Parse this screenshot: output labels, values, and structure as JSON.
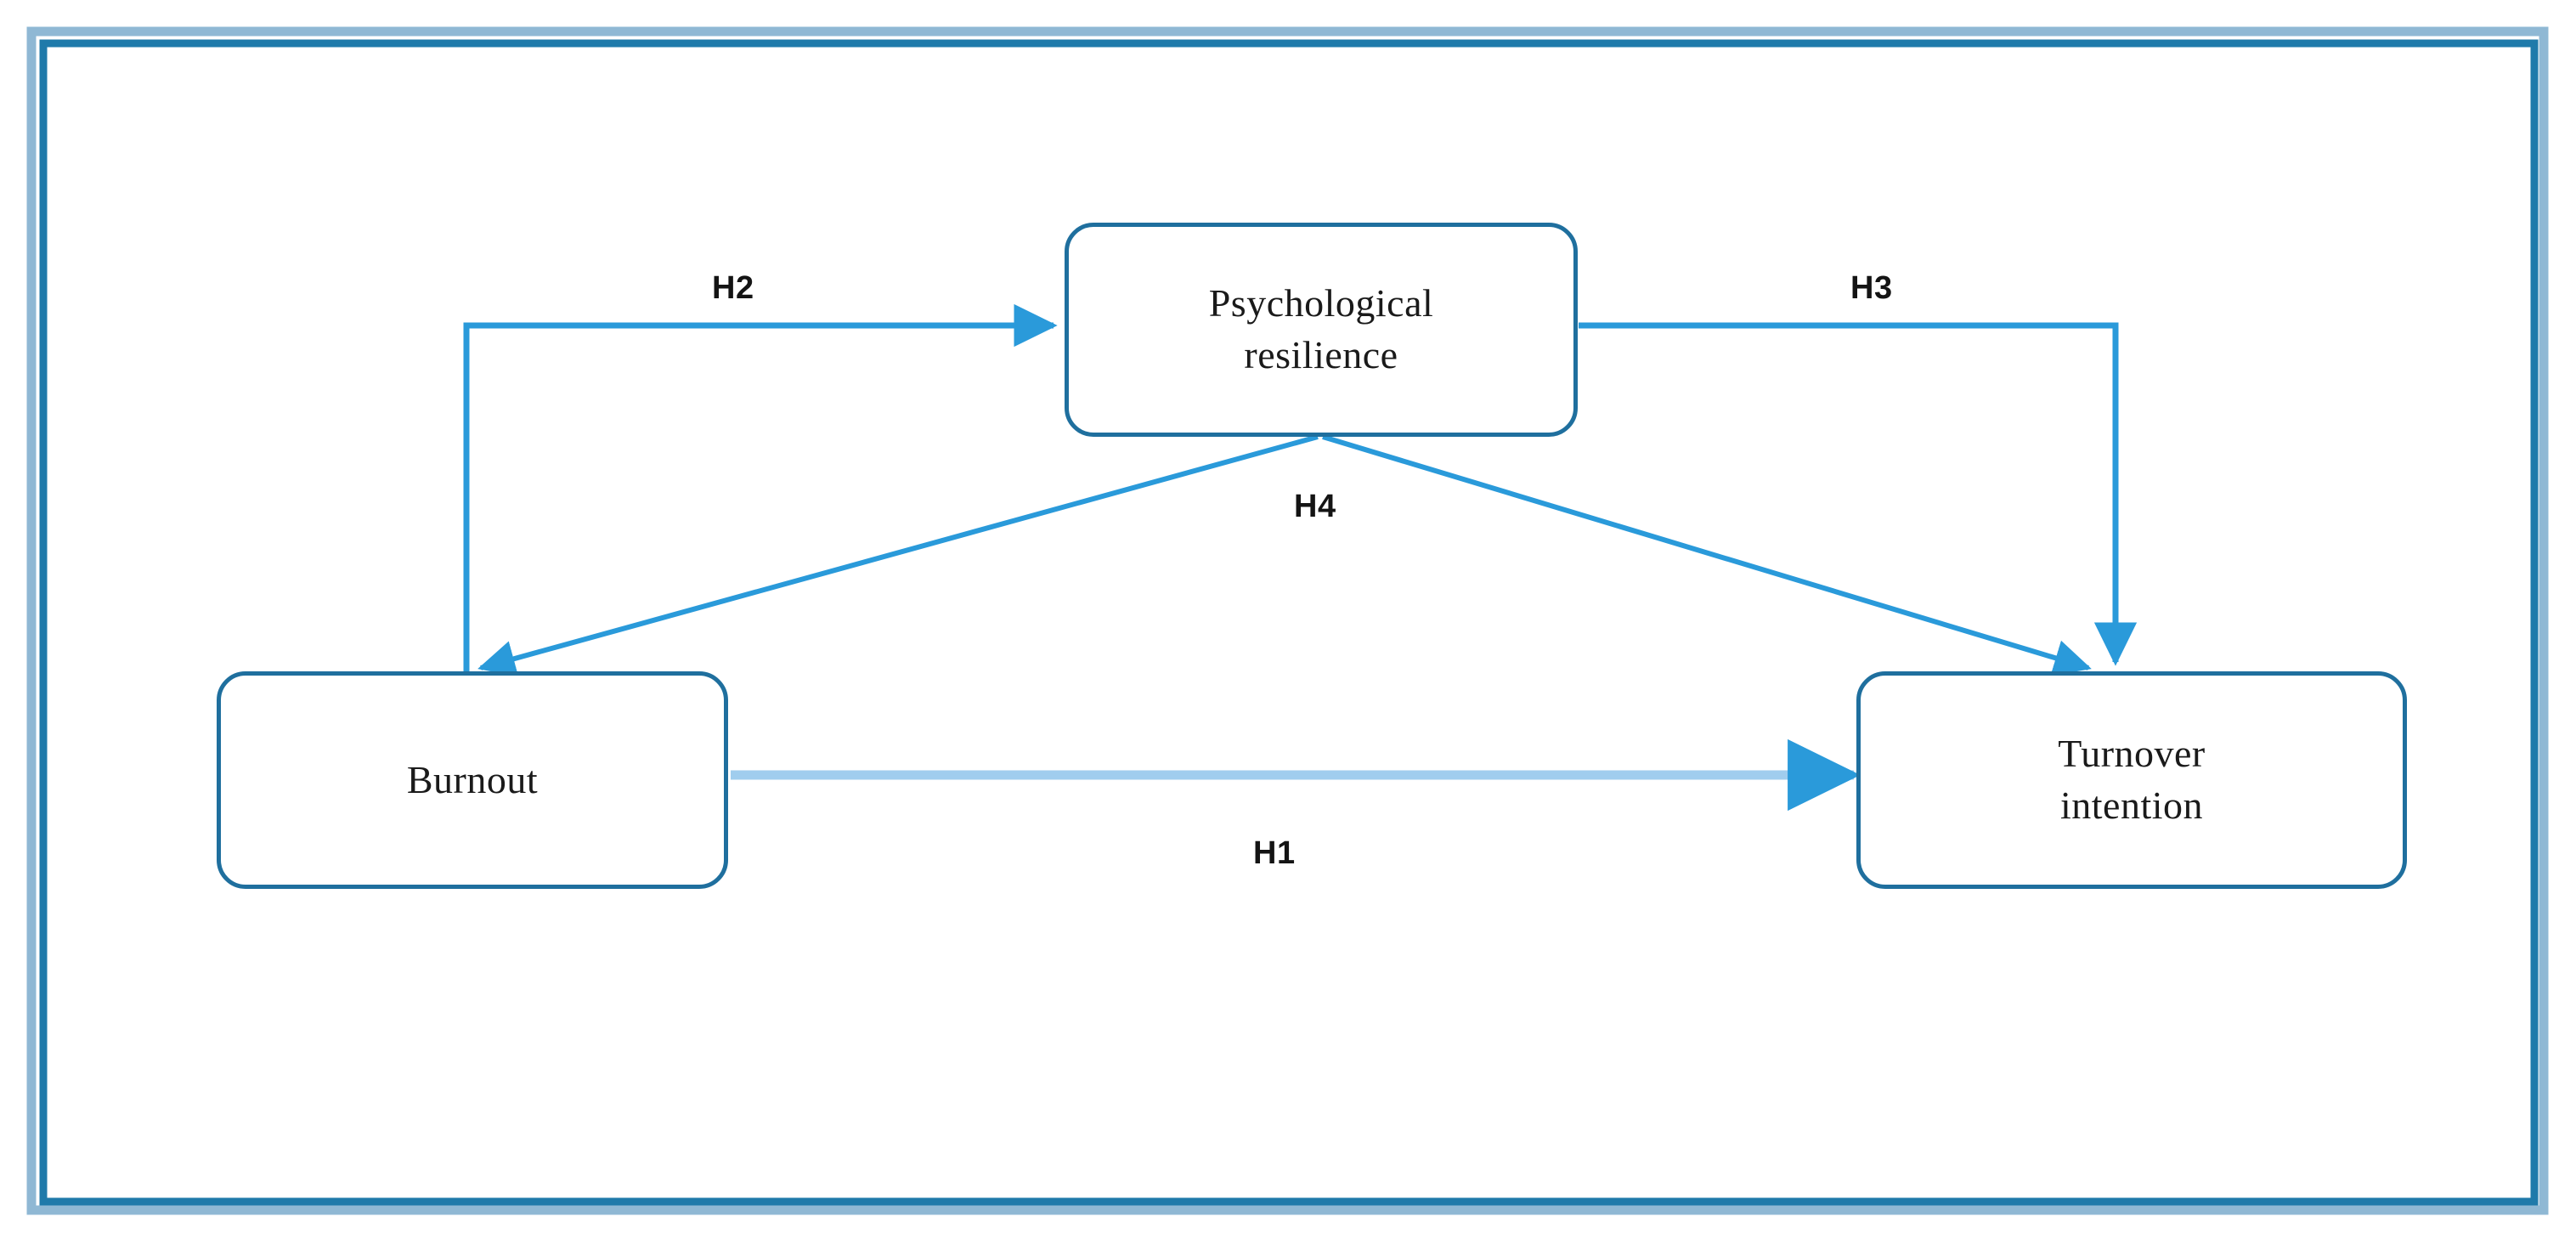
{
  "figure": {
    "type": "conceptual-research-model-diagram",
    "frame": {
      "outer_line_color": "#8fb8d4",
      "inner_line_color": "#1f7aaa"
    },
    "palette": {
      "box_border": "#1f6f9e",
      "box_fill": "#ffffff",
      "arrow_bright_blue": "#2a9ada",
      "arrow_light_blue": "#a0cdee",
      "label_text": "#141414",
      "node_text": "#1a1a1a"
    }
  },
  "nodes": [
    {
      "id": "psychological-resilience",
      "label": "Psychological\nresilience"
    },
    {
      "id": "burnout",
      "label": "Burnout"
    },
    {
      "id": "turnover-intention",
      "label": "Turnover\nintention"
    }
  ],
  "edges": [
    {
      "id": "h1",
      "label": "H1",
      "from": "burnout",
      "to": "turnover-intention",
      "style": "straight-horizontal",
      "color": "#a0cdee",
      "arrowhead": true
    },
    {
      "id": "h2",
      "label": "H2",
      "from": "burnout",
      "to": "psychological-resilience",
      "style": "elbow-up-right",
      "color": "#2a9ada",
      "arrowhead": true
    },
    {
      "id": "h3",
      "label": "H3",
      "from": "psychological-resilience",
      "to": "turnover-intention",
      "style": "elbow-right-down",
      "color": "#2a9ada",
      "arrowhead": true
    },
    {
      "id": "h4",
      "label": "H4",
      "from": "psychological-resilience",
      "to": "burnout-and-turnover-intention",
      "style": "two-diagonals-from-bottom-center",
      "color": "#2a9ada",
      "arrowhead": true
    }
  ]
}
